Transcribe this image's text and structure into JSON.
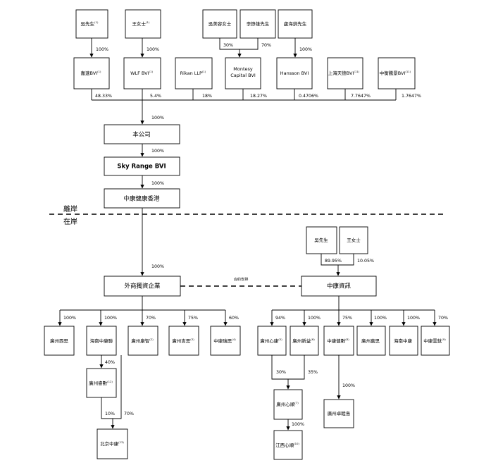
{
  "divider": {
    "offshore": "離岸",
    "onshore": "在岸"
  },
  "contract_label": "合約安排",
  "nodes": {
    "wu_top": "吳先生",
    "note1": "(1)",
    "wang_top": "王女士",
    "wu_meirong": "吳美容女士",
    "li_zhengxiong": "李錚雄先生",
    "jianhai": "盧海釧先生",
    "haisu": "嘉速BVI",
    "wlf": "WLF BVI",
    "rikan": "Rikan LLP",
    "montesy_l1": "Montesy",
    "montesy_l2": "Capital BVI",
    "hansson": "Hansson BVI",
    "shanghai": "上海天德BVI",
    "zhongheng": "中衡騰景BVI",
    "note11": "(11)",
    "company": "本公司",
    "sky_range": "Sky Range BVI",
    "zk_hk": "中康健康香港",
    "wfoe": "外商獨資企業",
    "zk_info": "中康資訊",
    "wu_on": "吳先生",
    "wang_on": "王女士",
    "gz_xisi": "廣州西思",
    "hn_zk": "海南中康聯",
    "gz_kangzhi": "廣州康智",
    "gz_jizhi": "廣州吉思",
    "zk_ruisi": "中康瑞思",
    "gz_ruishu": "廣州睿數",
    "bj_zk": "北京中康",
    "gz_xinkang": "廣州心康",
    "gz_xinyu": "廣州新益",
    "zk_jiankang": "中康健數",
    "gz_jiasi": "廣州嘉思",
    "hn_zk2": "海南中康",
    "zk_yuntai": "中康雲鈦",
    "gz_xinshun": "廣州心順",
    "gz_zhuohang": "廣州卓睦島",
    "jx_xinshun": "江西心順",
    "n2": "(2)",
    "n3": "(3)",
    "n4": "(4)",
    "n5": "(5)",
    "n6": "(6)",
    "n7": "(7)",
    "n8": "(8)",
    "n9": "(9)",
    "n10": "(10)",
    "n12": "(12)",
    "n13": "(13)"
  },
  "percentages": {
    "wu_haisu": "100%",
    "wang_wlf": "100%",
    "wumr_montesy": "30%",
    "li_montesy": "70%",
    "jianhai_hansson": "100%",
    "haisu": "48.33%",
    "wlf": "5.4%",
    "rikan": "18%",
    "montesy": "18.27%",
    "hansson": "0.4706%",
    "shanghai": "7.7647%",
    "zhongheng": "1.7647%",
    "to_company": "100%",
    "to_sky": "100%",
    "to_hk": "100%",
    "to_wfoe": "100%",
    "wu_info": "89.95%",
    "wang_info": "10.05%",
    "xisi": "100%",
    "hnzk": "100%",
    "kangzhi": "70%",
    "jizhi": "75%",
    "ruisi": "60%",
    "hnzk_ruishu": "40%",
    "ruishu_bj": "10%",
    "hnzk_bj": "70%",
    "xinkang": "94%",
    "xinyu": "100%",
    "jiankang": "75%",
    "jiasi": "100%",
    "hnzk2": "100%",
    "yuntai": "70%",
    "xinkang_shun": "30%",
    "xinyu_shun": "35%",
    "jiankang_zhuo": "100%",
    "shun_jx": "100%"
  }
}
